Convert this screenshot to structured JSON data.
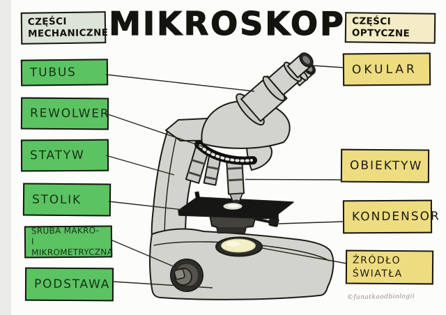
{
  "title": "MIKROSKOP",
  "watermark": "©fanatkaodbiologii",
  "legend": {
    "mechanical": {
      "line1": "CZĘŚCI",
      "line2": "MECHANICZNE"
    },
    "optical": {
      "line1": "CZĘŚCI",
      "line2": "OPTYCZNE"
    }
  },
  "labels": {
    "mechanical": [
      {
        "id": "tubus",
        "text": "TUBUS"
      },
      {
        "id": "rewolwer",
        "text": "REWOLWER"
      },
      {
        "id": "statyw",
        "text": "STATYW"
      },
      {
        "id": "stolik",
        "text": "STOLIK"
      },
      {
        "id": "sruba",
        "line1": "ŚRUBA MAKRO-",
        "line2": "I MIKROMETRYCZNA"
      },
      {
        "id": "podstawa",
        "text": "PODSTAWA"
      }
    ],
    "optical": [
      {
        "id": "okular",
        "text": "OKULAR"
      },
      {
        "id": "obiektyw",
        "text": "OBIEKTYW"
      },
      {
        "id": "kondensor",
        "text": "KONDENSOR"
      },
      {
        "id": "zrodlo-swiatla",
        "line1": "ŹRÓDŁO",
        "line2": "ŚWIATŁA"
      }
    ]
  },
  "colors": {
    "mechanical_box": "#5cc362",
    "optical_box": "#eedc80",
    "mechanical_header": "#dce3d8",
    "optical_header": "#f3ecc6",
    "outline": "#151510",
    "microscope_body": "#d3d3cd",
    "stage_black": "#161614",
    "light_inner": "#f2efc2",
    "background": "#fcfcfb"
  }
}
